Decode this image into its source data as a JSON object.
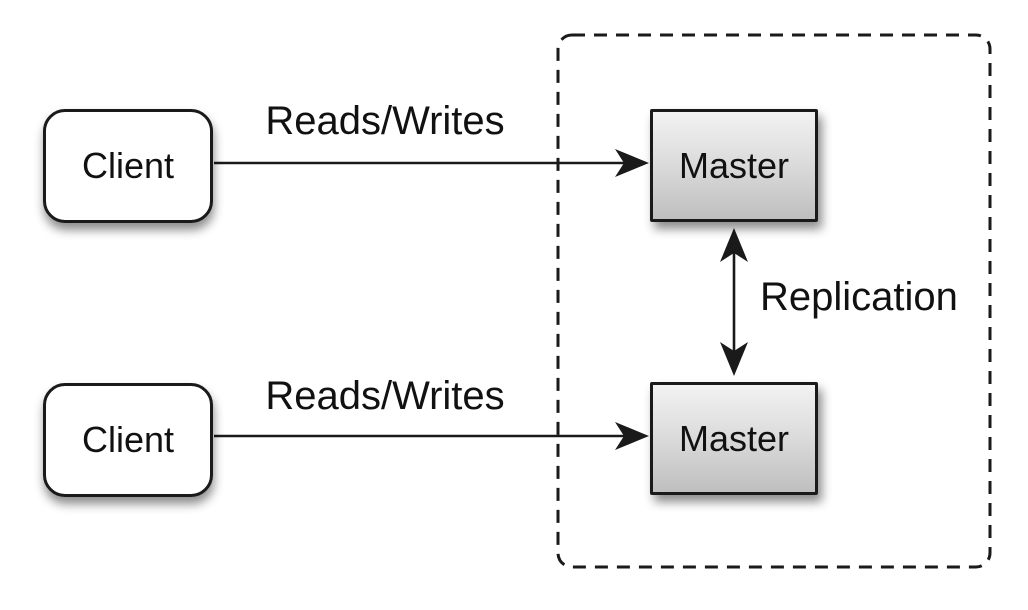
{
  "diagram": {
    "background": "#ffffff",
    "nodes": {
      "client_top": {
        "label": "Client",
        "type": "client"
      },
      "client_bottom": {
        "label": "Client",
        "type": "client"
      },
      "master_top": {
        "label": "Master",
        "type": "master"
      },
      "master_bottom": {
        "label": "Master",
        "type": "master"
      }
    },
    "edges": {
      "reads_writes_top": {
        "label": "Reads/Writes",
        "from": "client_top",
        "to": "master_top",
        "direction": "one-way"
      },
      "reads_writes_bottom": {
        "label": "Reads/Writes",
        "from": "client_bottom",
        "to": "master_bottom",
        "direction": "one-way"
      },
      "replication": {
        "label": "Replication",
        "from": "master_top",
        "to": "master_bottom",
        "direction": "two-way"
      }
    },
    "groups": {
      "replication_cluster": {
        "style": "dashed-rounded-rect",
        "contains": [
          "master_top",
          "master_bottom"
        ]
      }
    },
    "colors": {
      "line": "#1a1a1a",
      "text": "#111111",
      "client_fill": "#ffffff",
      "master_fill_top": "#f2f2f2",
      "master_fill_bottom": "#bfbfbf"
    }
  }
}
